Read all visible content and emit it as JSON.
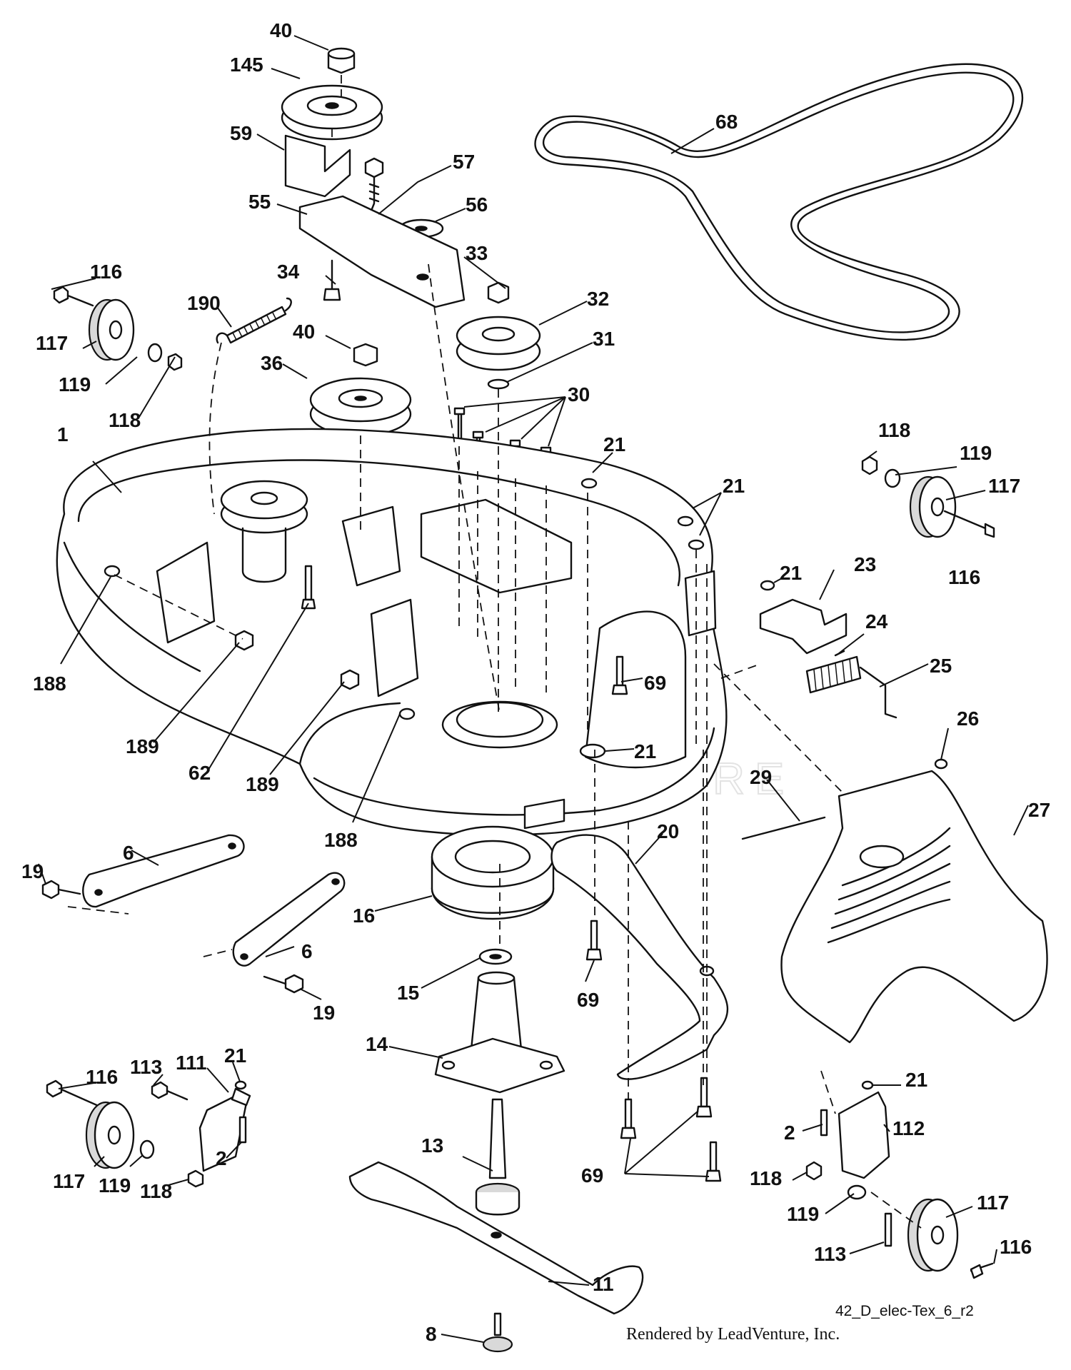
{
  "diagram": {
    "code": "42_D_elec-Tex_6_r2",
    "credit": "Rendered by LeadVenture, Inc.",
    "watermark": "LEADVENTURE"
  },
  "callouts": [
    "40",
    "145",
    "59",
    "57",
    "56",
    "55",
    "68",
    "116",
    "34",
    "33",
    "190",
    "32",
    "117",
    "40",
    "31",
    "36",
    "119",
    "30",
    "118",
    "1",
    "21",
    "118",
    "119",
    "21",
    "117",
    "116",
    "21",
    "23",
    "24",
    "25",
    "188",
    "69",
    "189",
    "26",
    "62",
    "189",
    "21",
    "29",
    "27",
    "188",
    "20",
    "6",
    "19",
    "16",
    "6",
    "15",
    "69",
    "19",
    "14",
    "21",
    "113",
    "111",
    "116",
    "21",
    "112",
    "13",
    "2",
    "69",
    "2",
    "118",
    "117",
    "119",
    "118",
    "119",
    "117",
    "113",
    "116",
    "11",
    "8"
  ]
}
